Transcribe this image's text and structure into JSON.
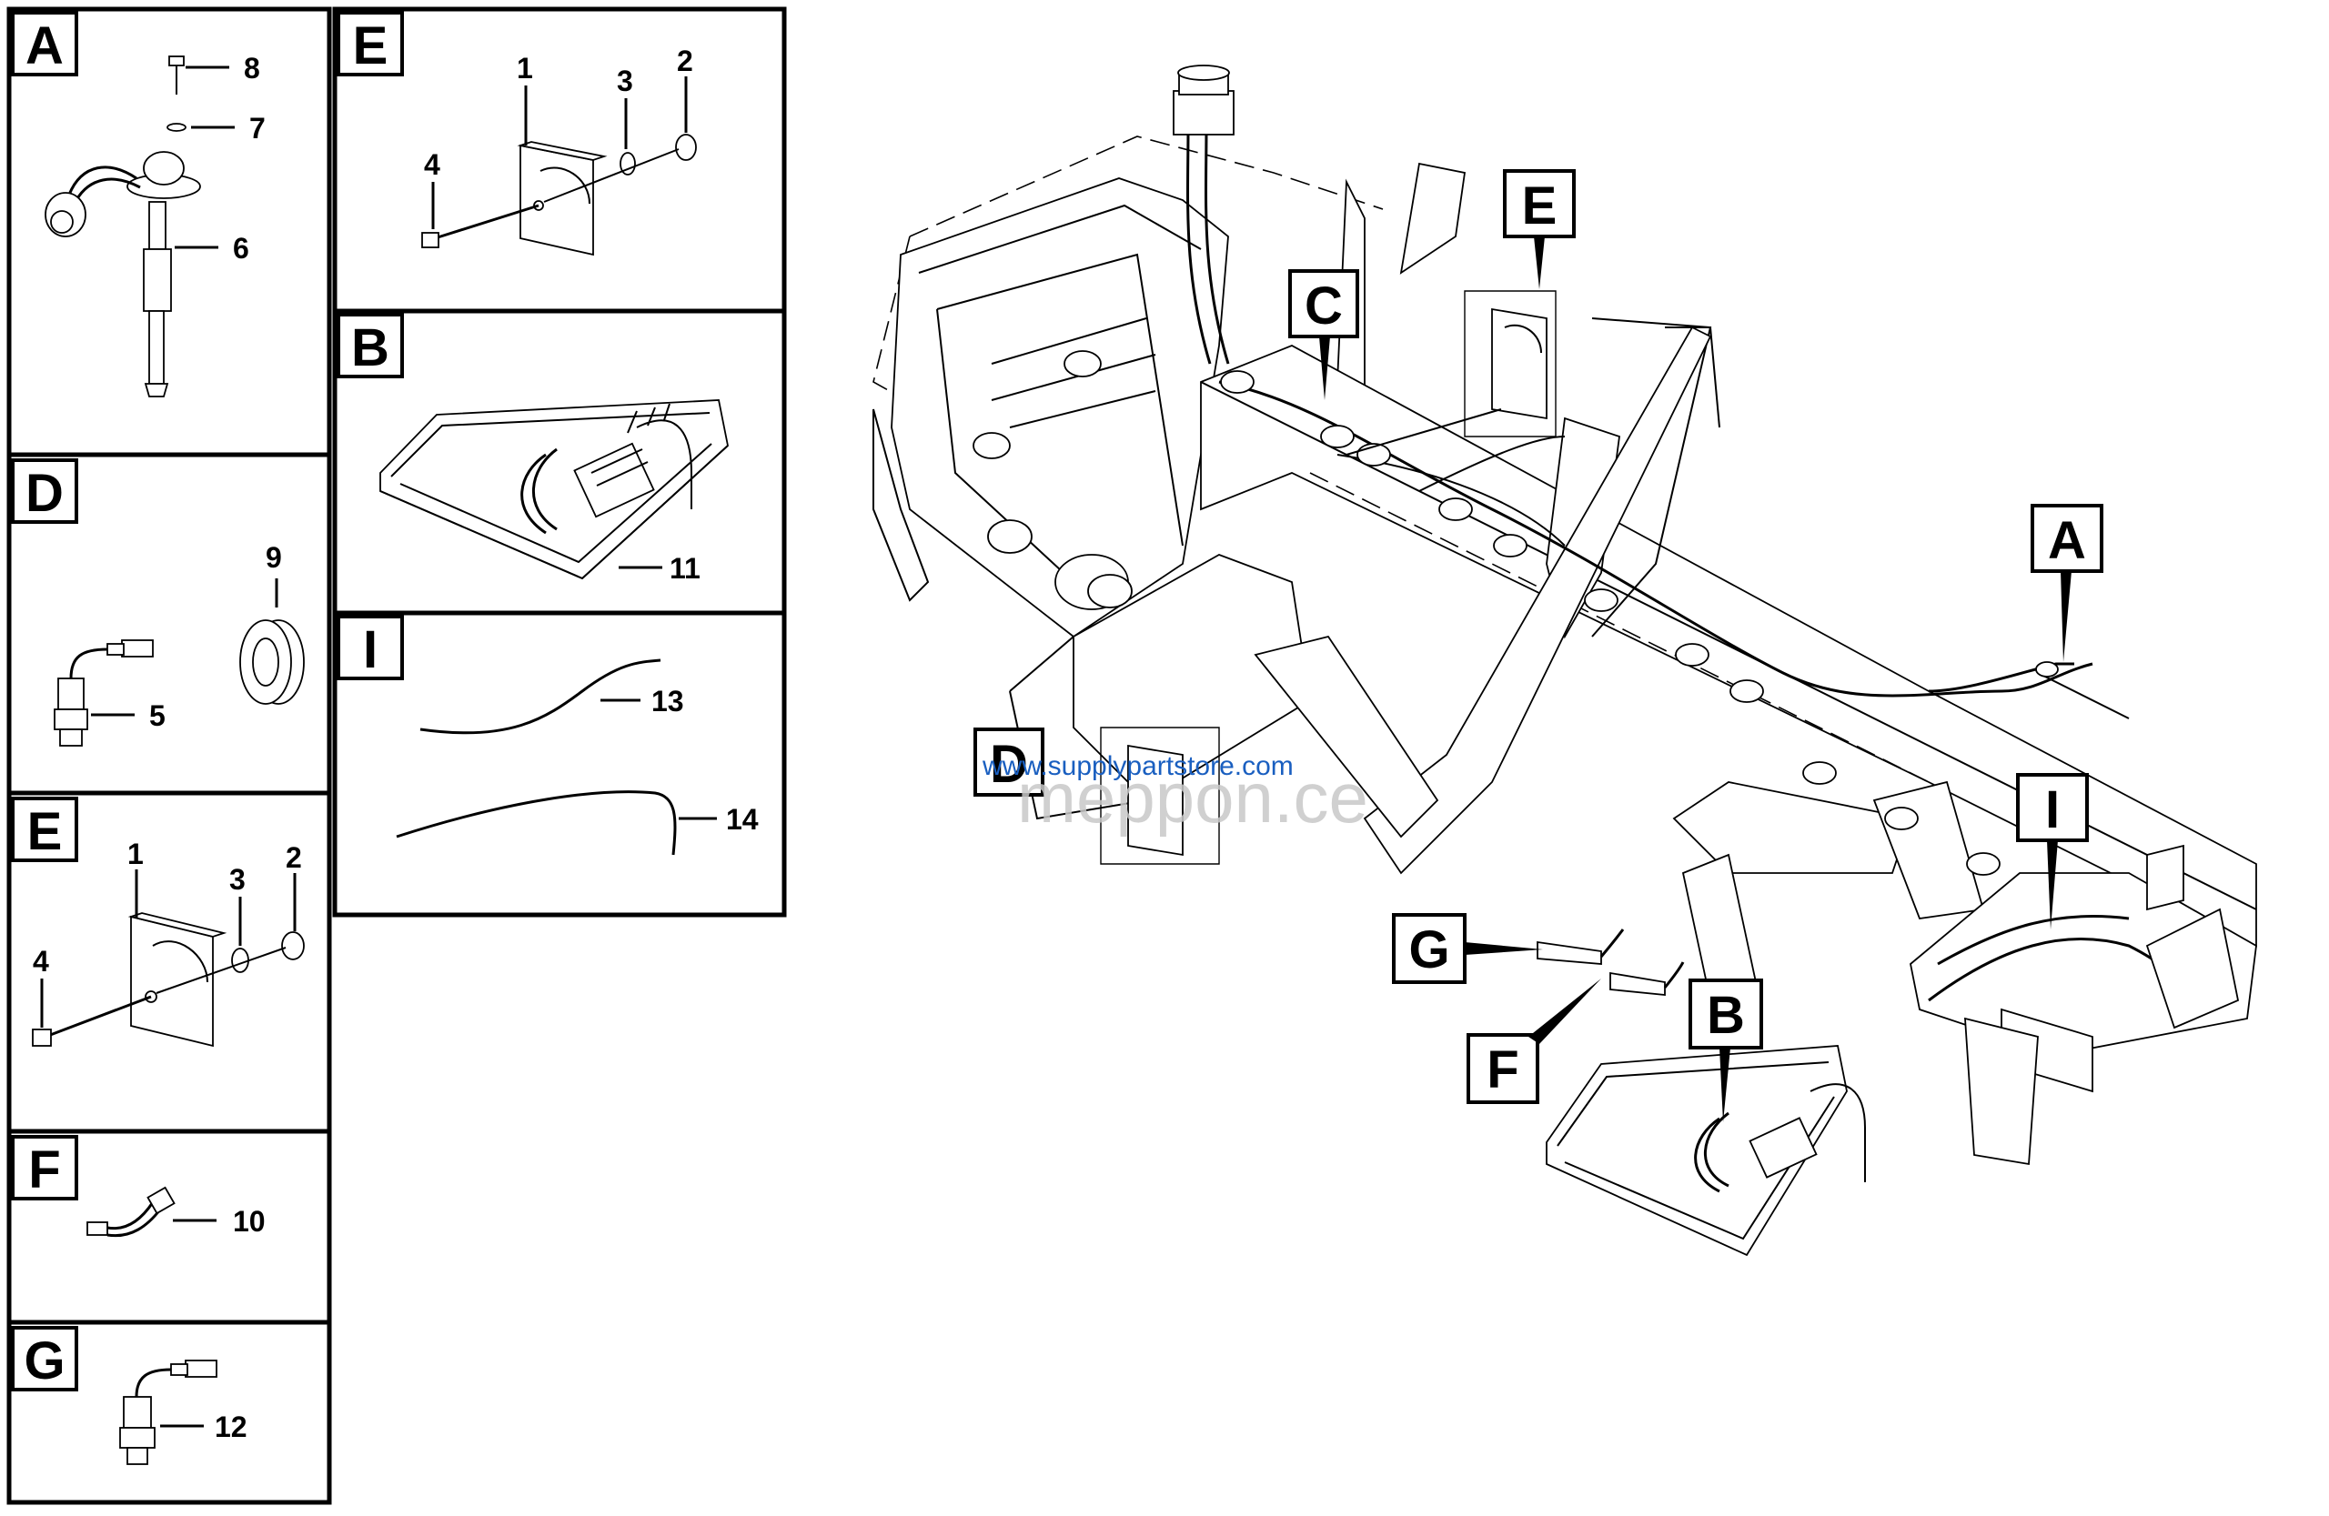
{
  "watermark": {
    "url": "www.supplypartstore.com",
    "brand": "meppon.ce"
  },
  "panels": {
    "A": {
      "tag": "A",
      "callouts": [
        "8",
        "7",
        "6"
      ]
    },
    "E_top": {
      "tag": "E",
      "callouts": [
        "1",
        "3",
        "2",
        "4"
      ]
    },
    "B": {
      "tag": "B",
      "callouts": [
        "11"
      ]
    },
    "I": {
      "tag": "I",
      "callouts": [
        "13",
        "14"
      ]
    },
    "D": {
      "tag": "D",
      "callouts": [
        "9",
        "5"
      ]
    },
    "E_bottom": {
      "tag": "E",
      "callouts": [
        "1",
        "3",
        "2",
        "4"
      ]
    },
    "F": {
      "tag": "F",
      "callouts": [
        "10"
      ]
    },
    "G": {
      "tag": "G",
      "callouts": [
        "12"
      ]
    }
  },
  "main_view": {
    "tags": {
      "C": "C",
      "E": "E",
      "A": "A",
      "I": "I",
      "D": "D",
      "G": "G",
      "F": "F",
      "B": "B"
    }
  }
}
